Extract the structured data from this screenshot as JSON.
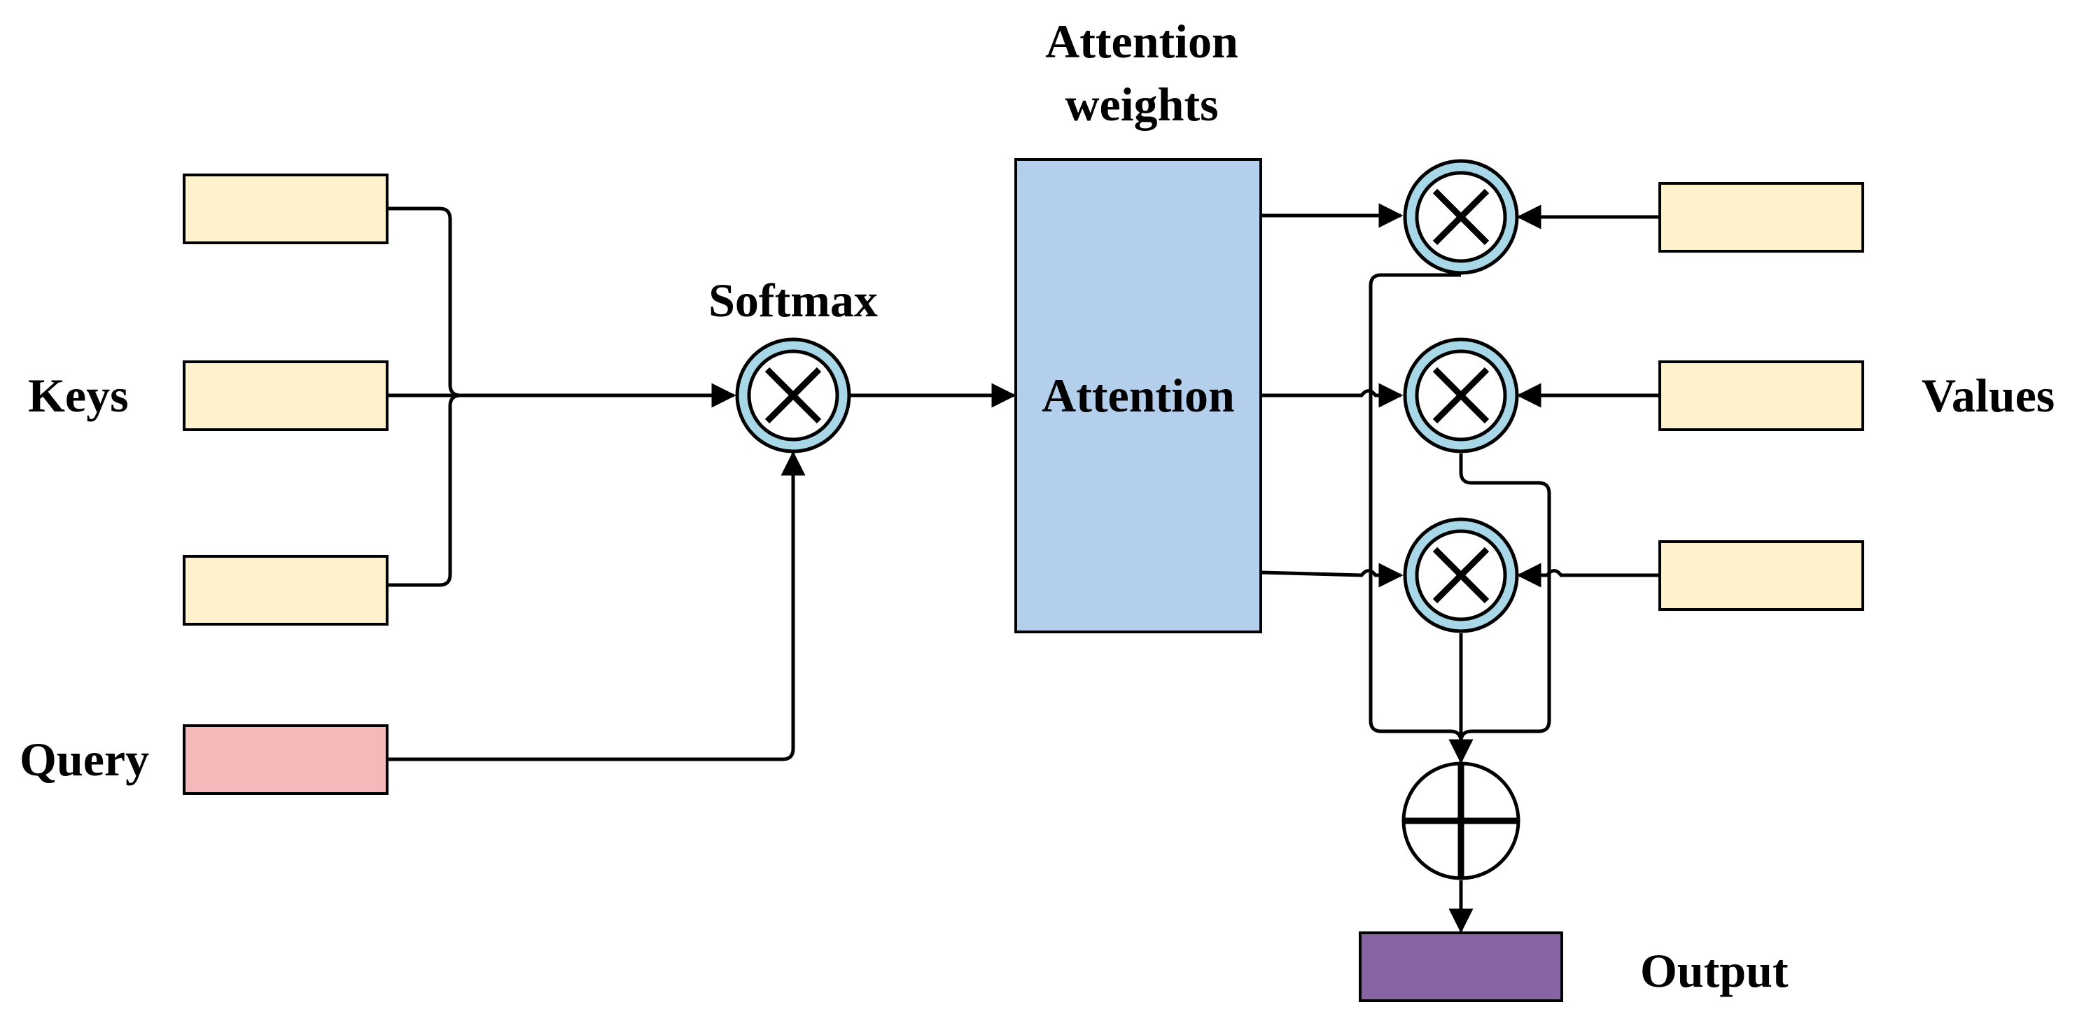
{
  "labels": {
    "keys": "Keys",
    "query": "Query",
    "softmax": "Softmax",
    "attention_weights_line1": "Attention",
    "attention_weights_line2": "weights",
    "attention": "Attention",
    "values": "Values",
    "output": "Output"
  },
  "colors": {
    "key_box": "#FFF2CC",
    "value_box": "#FFF2CC",
    "query_box": "#F4B9B8",
    "attention_box": "#B4CFEC",
    "multiply_ring": "#A8D8E8",
    "output_box": "#8764A3",
    "stroke": "#000000"
  },
  "icons": {
    "multiply": "circled-times-icon",
    "add": "circled-plus-icon"
  }
}
